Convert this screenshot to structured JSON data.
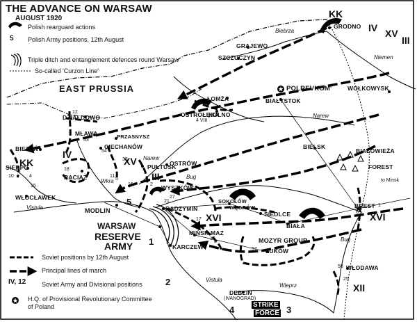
{
  "title": "THE ADVANCE ON WARSAW",
  "subtitle": "AUGUST 1920",
  "legend_top": {
    "rearguard": "Polish rearguard actions",
    "army_positions_symbol": "5",
    "army_positions": "Polish Army positions, 12th August",
    "defences": "Triple ditch and entanglement defences round Warsaw",
    "curzon": "So-called 'Curzon Line'"
  },
  "legend_bottom": {
    "soviet_positions": "Soviet positions by 12th August",
    "principal_lines": "Principal lines of march",
    "army_symbol": "IV, 12",
    "army_positions": "Soviet Army and Divisional positions",
    "hq_line1": "H.Q. of Provisional Revolutionary Committee",
    "hq_line2": "of Poland"
  },
  "regions": {
    "east_prussia": "EAST PRUSSIA",
    "bialowieza": "BIAŁOWIEŻA",
    "forest": "FOREST"
  },
  "places": {
    "grodno": "GRODNO",
    "grajewo": "GRAJEWO",
    "szczuczyn": "SZCZUCZYN",
    "lomza": "ŁOMŻA",
    "kolno": "KOLNO",
    "ostroleka": "OSTROŁĘKA",
    "polrevkom": "POLREVKOM'",
    "bialystok": "BIAŁYSTOK",
    "wolkowysk": "WOŁKOWYSK",
    "niemen": "Niemen",
    "biebrza": "Biebrza",
    "narew_e": "Narew",
    "dzialdowo": "DZIAŁDOWO",
    "mlawa": "MŁAWA",
    "przasnysz": "PRZASNYSZ",
    "ciechanow": "CIECHANÓW",
    "narew": "Narew",
    "pultusk": "PUŁTUSK",
    "ostrow": "OSTRÓW",
    "bug": "Bug",
    "bielsk": "BIELSK",
    "biezun": "BIEZUŃ",
    "sierpc": "SIERPC",
    "raciaz": "RACIĄŻ",
    "wloclawek": "WŁOCŁAWEK",
    "vistula": "Vistula",
    "wkra": "Wkra",
    "modlin": "MODLIN",
    "wyszkow": "WYSZKÓW",
    "radzymin": "RADZYMIN",
    "sokolow": "SOKOŁÓW",
    "wegrow": "WĘGRÓW",
    "to_minsk": "to Minsk",
    "brest": "BREST",
    "siedlce": "SIEDLCE",
    "biala": "BIAŁA",
    "warsaw": "WARSAW",
    "reserve_army_1": "RESERVE",
    "reserve_army_2": "ARMY",
    "minsk_maz": "MIŃSK MAZ",
    "karczew": "KARCZEW",
    "mozyr_group": "MOZYR GROUP",
    "lukow": "ŁUKÓW",
    "wlodawa": "WŁODAWA",
    "bug_s": "Bug",
    "vistula_s": "Vistula",
    "wieprz": "Wieprz",
    "deblin": "DEBLIN",
    "ivanograd": "(IVANOGRAD)",
    "strike_force_1": "STRIKE",
    "strike_force_2": "FORCE"
  },
  "armies": {
    "kk_ne": "KK",
    "iv_ne": "IV",
    "xv_ne": "XV",
    "iii_ne": "III",
    "kk_w": "KK",
    "iv_w": "IV",
    "xv_w": "XV",
    "iii_w": "III",
    "xvi_c": "XVI",
    "xvi_e": "XVI",
    "xii": "XII"
  },
  "polish_armies": {
    "five": "5",
    "one": "1",
    "two": "2",
    "three": "3",
    "four": "4"
  },
  "divisions": {
    "d12": "12",
    "d53": "53",
    "d54": "54",
    "d18": "18",
    "d10": "10",
    "d15": "15",
    "d4": "4",
    "d33": "33",
    "d11": "11",
    "d16": "16",
    "d56": "56",
    "d2": "2",
    "d21": "21",
    "d27": "27",
    "d17": "17",
    "d8": "8",
    "d10b": "10",
    "d57": "57",
    "d58": "58",
    "d25": "25",
    "d1": "1",
    "d5": "5",
    "d6": "6",
    "d4viii": "4 VIII"
  }
}
